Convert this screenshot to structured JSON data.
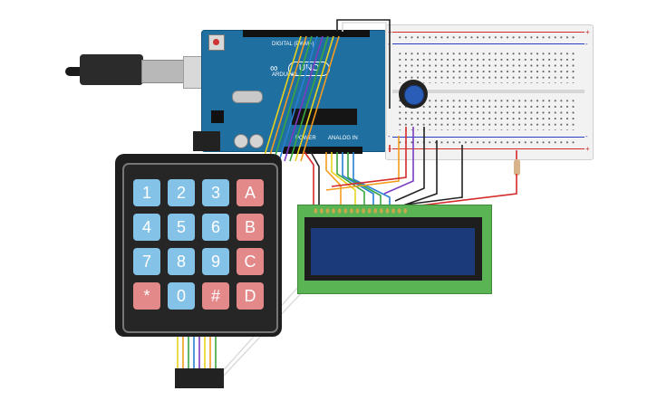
{
  "arduino": {
    "digital_label": "DIGITAL (PWM~)",
    "uno_label": "UNO",
    "arduino_label": "ARDUINO",
    "power_label": "POWER",
    "analog_label": "ANALOG IN"
  },
  "breadboard": {
    "plus": "+",
    "minus": "-"
  },
  "keypad": {
    "keys": [
      "1",
      "2",
      "3",
      "A",
      "4",
      "5",
      "6",
      "B",
      "7",
      "8",
      "9",
      "C",
      "*",
      "0",
      "#",
      "D"
    ],
    "key_colors": [
      "blue",
      "blue",
      "blue",
      "red",
      "blue",
      "blue",
      "blue",
      "red",
      "blue",
      "blue",
      "blue",
      "red",
      "red",
      "blue",
      "red",
      "red"
    ]
  },
  "colors": {
    "arduino_blue": "#1f6fa1",
    "lcd_green": "#5ab454",
    "lcd_screen": "#1b3a7a",
    "key_blue": "#84c2e8",
    "key_red": "#e48989",
    "wire_red": "#d42a2a",
    "wire_black": "#222222",
    "wire_orange": "#f39c1e",
    "wire_yellow": "#e8d21e",
    "wire_green": "#3aa641",
    "wire_blue": "#2a7fd4",
    "wire_purple": "#7a3cc2",
    "wire_white": "#dddddd"
  }
}
